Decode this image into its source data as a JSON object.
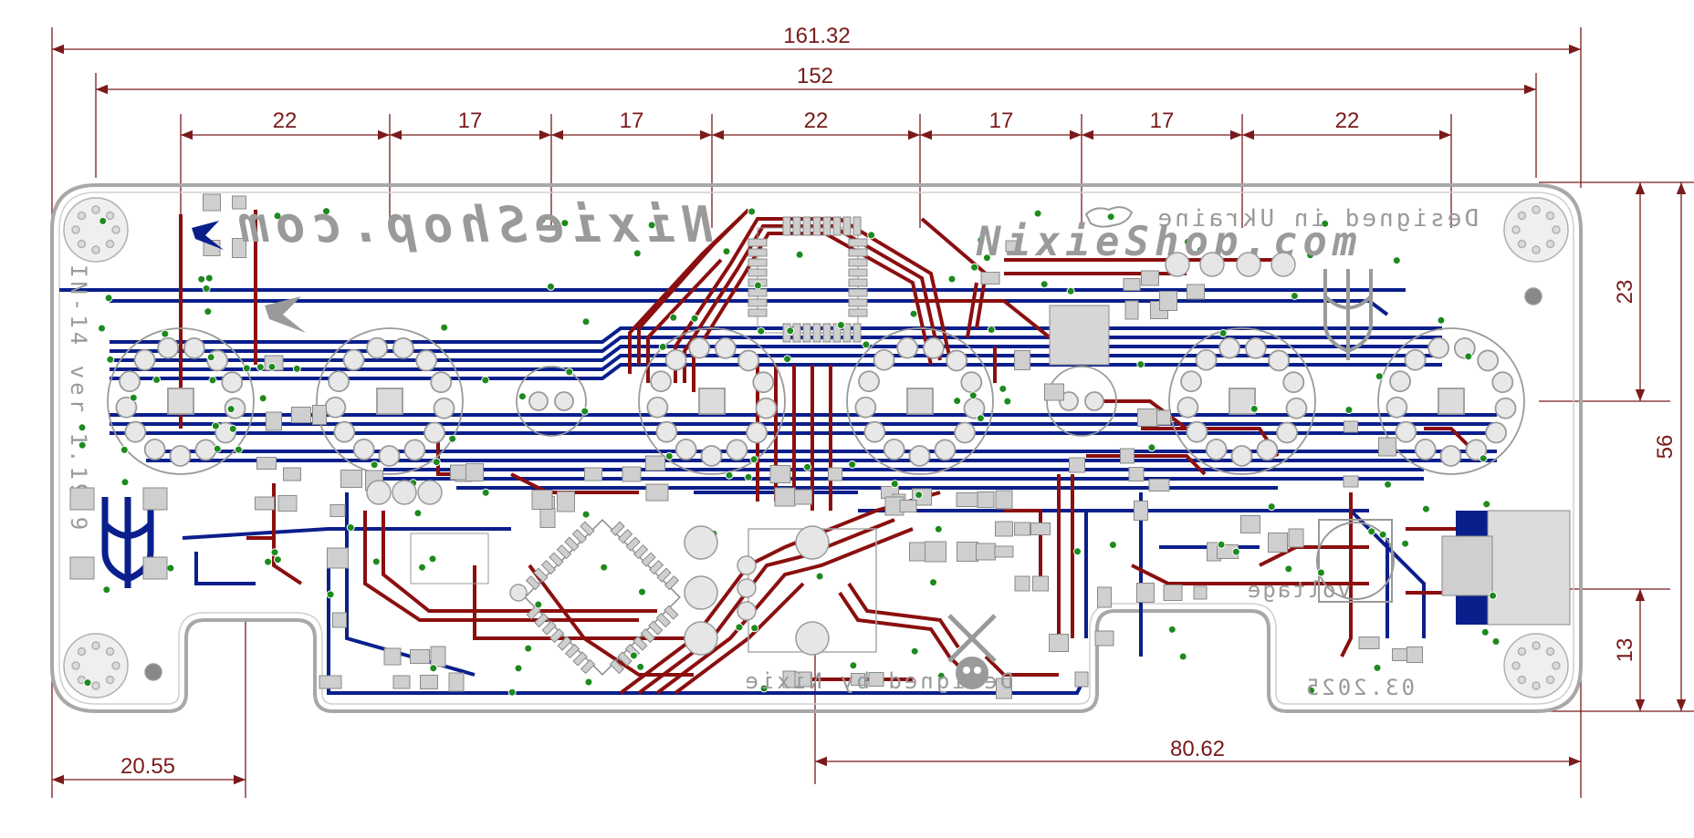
{
  "dimensions": {
    "overall_width": "161.32",
    "hole_span": "152",
    "tube_spacing": [
      "22",
      "17",
      "17",
      "22",
      "17",
      "17",
      "22"
    ],
    "right_height": "56",
    "upper_height": "23",
    "lower_height": "13",
    "left_notch": "20.55",
    "right_span": "80.62"
  },
  "silkscreen": {
    "brand_top_mirrored": "NixieShop.com",
    "brand_right": "NixieShop.com",
    "designed_in": "Designed in Ukraine",
    "version": "IN-14 ver 1.19.9",
    "date": "03.2025",
    "designed_by": "Designed by Nixie",
    "voltage": "voltage"
  },
  "colors": {
    "top_copper": "#8b0f0f",
    "bottom_copper": "#0a1f8c",
    "dimension": "#7a1a1a",
    "outline": "#a0a0a0",
    "pad": "#cfcfcf",
    "via": "#1d8a1d"
  },
  "icons": [
    "ukraine-trident-icon",
    "swallow-logo-icon",
    "skull-crossbones-icon",
    "ukraine-map-icon",
    "nixie-tube-icon"
  ]
}
